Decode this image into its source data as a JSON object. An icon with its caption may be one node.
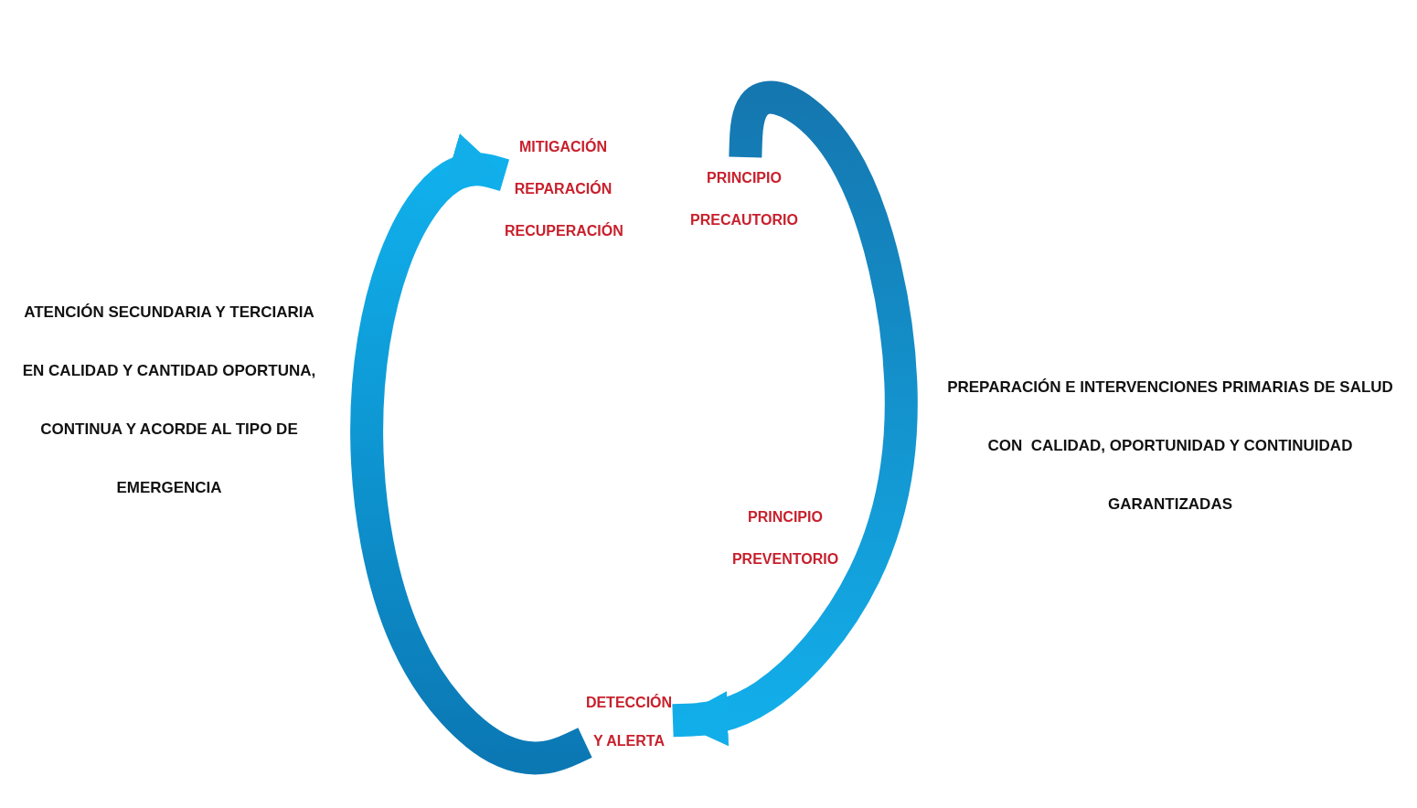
{
  "diagram": {
    "nodes": [
      {
        "text": [
          "MITIGACIÓN REPARACIÓN RECUPERACIÓN"
        ]
      },
      {
        "text": [
          "PRINCIPIO PRECAUTORIO"
        ]
      },
      {
        "text": [
          "PRINCIPIO PREVENTORIO"
        ]
      },
      {
        "text": [
          "DETECCIÓN Y ALERTA"
        ]
      }
    ],
    "edges": [
      {
        "from": 3,
        "to": 0,
        "arrow": "to"
      },
      {
        "from": 1,
        "to": 3,
        "arrow": "to"
      }
    ],
    "labels": [
      "ATENCIÓN SECUNDARIA Y TERCIARIA EN CALIDAD Y CANTIDAD OPORTUNA, CONTINUA Y ACORDE AL TIPO DE EMERGENCIA",
      "PREPARACIÓN E INTERVENCIONES PRIMARIAS DE SALUD CON  CALIDAD, OPORTUNIDAD Y CONTINUIDAD GARANTIZADAS"
    ]
  }
}
